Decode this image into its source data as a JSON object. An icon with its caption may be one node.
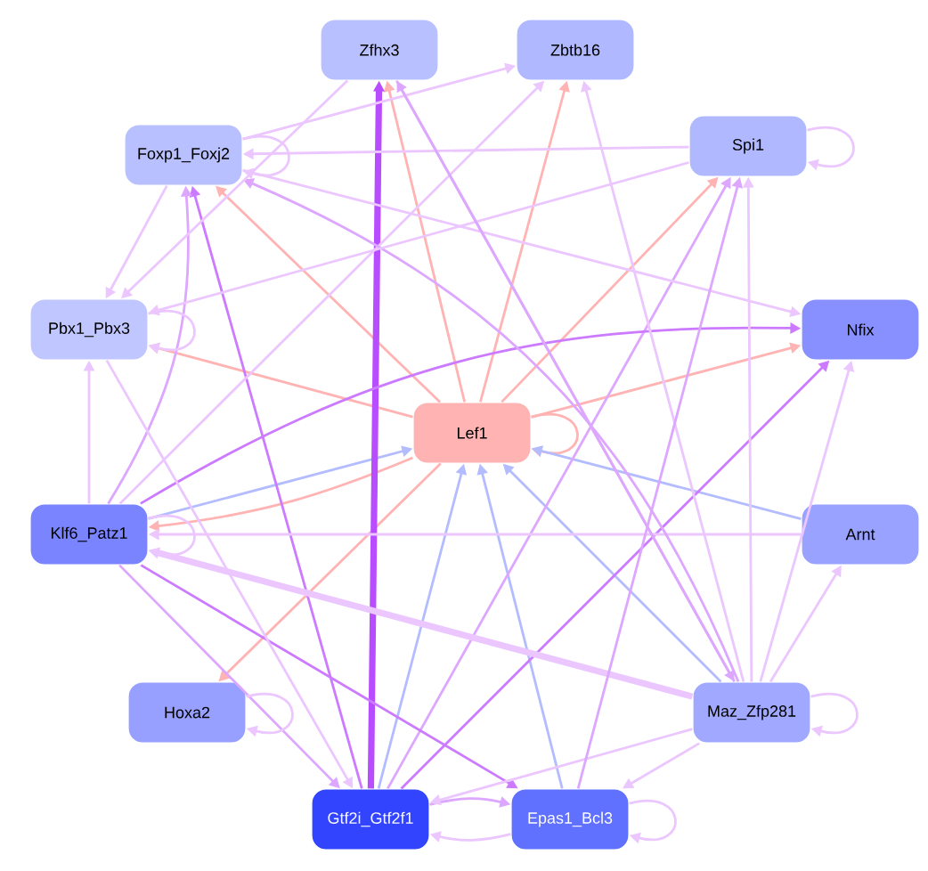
{
  "diagram": {
    "nodes": [
      {
        "text": [
          "Zfhx3"
        ]
      },
      {
        "text": [
          "Zbtb16"
        ]
      },
      {
        "text": [
          "Foxp1_Foxj2"
        ]
      },
      {
        "text": [
          "Spi1"
        ]
      },
      {
        "text": [
          "Pbx1_Pbx3"
        ]
      },
      {
        "text": [
          "Nfix"
        ]
      },
      {
        "text": [
          "Lef1"
        ]
      },
      {
        "text": [
          "Klf6_Patz1"
        ]
      },
      {
        "text": [
          "Arnt"
        ]
      },
      {
        "text": [
          "Hoxa2"
        ]
      },
      {
        "text": [
          "Maz_Zfp281"
        ]
      },
      {
        "text": [
          "Gtf2i_Gtf2f1"
        ]
      },
      {
        "text": [
          "Epas1_Bcl3"
        ]
      }
    ],
    "edges": [
      {
        "from": 6,
        "to": 0,
        "arrow": "to",
        "color": "#ffb3b3"
      },
      {
        "from": 6,
        "to": 1,
        "arrow": "to",
        "color": "#ffb3b3"
      },
      {
        "from": 6,
        "to": 2,
        "arrow": "to",
        "color": "#ffb3b3"
      },
      {
        "from": 6,
        "to": 3,
        "arrow": "to",
        "color": "#ffb3b3"
      },
      {
        "from": 6,
        "to": 4,
        "arrow": "to",
        "color": "#ffb3b3"
      },
      {
        "from": 6,
        "to": 5,
        "arrow": "to",
        "color": "#ffb3b3"
      },
      {
        "from": 6,
        "to": 7,
        "arrow": "to",
        "color": "#ffb3b3"
      },
      {
        "from": 6,
        "to": 9,
        "arrow": "to",
        "color": "#ffb3b3"
      },
      {
        "from": 6,
        "to": 6,
        "arrow": "to",
        "color": "#ffb3b3"
      },
      {
        "from": 7,
        "to": 6,
        "arrow": "to",
        "color": "#b3bcff"
      },
      {
        "from": 11,
        "to": 6,
        "arrow": "to",
        "color": "#b3bcff"
      },
      {
        "from": 12,
        "to": 6,
        "arrow": "to",
        "color": "#b3bcff"
      },
      {
        "from": 10,
        "to": 6,
        "arrow": "to",
        "color": "#b3bcff"
      },
      {
        "from": 8,
        "to": 6,
        "arrow": "to",
        "color": "#b3bcff"
      },
      {
        "from": 11,
        "to": 0,
        "arrow": "to",
        "style": "thick",
        "color": "#b84dff"
      },
      {
        "from": 11,
        "to": 2,
        "arrow": "to",
        "color": "#cc7aff"
      },
      {
        "from": 11,
        "to": 5,
        "arrow": "to",
        "color": "#cc7aff"
      },
      {
        "from": 11,
        "to": 12,
        "arrow": "to",
        "color": "#dda6ff"
      },
      {
        "from": 11,
        "to": 3,
        "arrow": "to",
        "color": "#dda6ff"
      },
      {
        "from": 7,
        "to": 5,
        "arrow": "to",
        "color": "#cc7aff"
      },
      {
        "from": 7,
        "to": 12,
        "arrow": "to",
        "color": "#cc7aff"
      },
      {
        "from": 7,
        "to": 4,
        "arrow": "to"
      },
      {
        "from": 7,
        "to": 1,
        "arrow": "to"
      },
      {
        "from": 7,
        "to": 2,
        "arrow": "to",
        "color": "#dda6ff"
      },
      {
        "from": 7,
        "to": 11,
        "arrow": "to",
        "color": "#dda6ff"
      },
      {
        "from": 7,
        "to": 7,
        "arrow": "to"
      },
      {
        "from": 8,
        "to": 7,
        "arrow": "to"
      },
      {
        "from": 10,
        "to": 7,
        "arrow": "to",
        "style": "thick"
      },
      {
        "from": 10,
        "to": 8,
        "arrow": "to"
      },
      {
        "from": 10,
        "to": 5,
        "arrow": "to"
      },
      {
        "from": 10,
        "to": 3,
        "arrow": "to"
      },
      {
        "from": 10,
        "to": 1,
        "arrow": "to"
      },
      {
        "from": 10,
        "to": 0,
        "arrow": "to",
        "color": "#dda6ff"
      },
      {
        "from": 10,
        "to": 2,
        "arrow": "to",
        "color": "#dda6ff"
      },
      {
        "from": 10,
        "to": 11,
        "arrow": "to"
      },
      {
        "from": 10,
        "to": 12,
        "arrow": "to"
      },
      {
        "from": 10,
        "to": 10,
        "arrow": "to"
      },
      {
        "from": 2,
        "to": 2,
        "arrow": "to"
      },
      {
        "from": 2,
        "to": 4,
        "arrow": "to"
      },
      {
        "from": 2,
        "to": 5,
        "arrow": "to"
      },
      {
        "from": 2,
        "to": 1,
        "arrow": "to"
      },
      {
        "from": 3,
        "to": 2,
        "arrow": "to"
      },
      {
        "from": 3,
        "to": 4,
        "arrow": "to"
      },
      {
        "from": 3,
        "to": 3,
        "arrow": "to"
      },
      {
        "from": 0,
        "to": 4,
        "arrow": "to"
      },
      {
        "from": 0,
        "to": 10,
        "arrow": "to",
        "color": "#dda6ff"
      },
      {
        "from": 4,
        "to": 4,
        "arrow": "to"
      },
      {
        "from": 4,
        "to": 11,
        "arrow": "to"
      },
      {
        "from": 9,
        "to": 9,
        "arrow": "to"
      },
      {
        "from": 12,
        "to": 3,
        "arrow": "to",
        "color": "#dda6ff"
      },
      {
        "from": 12,
        "to": 11,
        "arrow": "to"
      },
      {
        "from": 12,
        "to": 12,
        "arrow": "to"
      }
    ]
  }
}
